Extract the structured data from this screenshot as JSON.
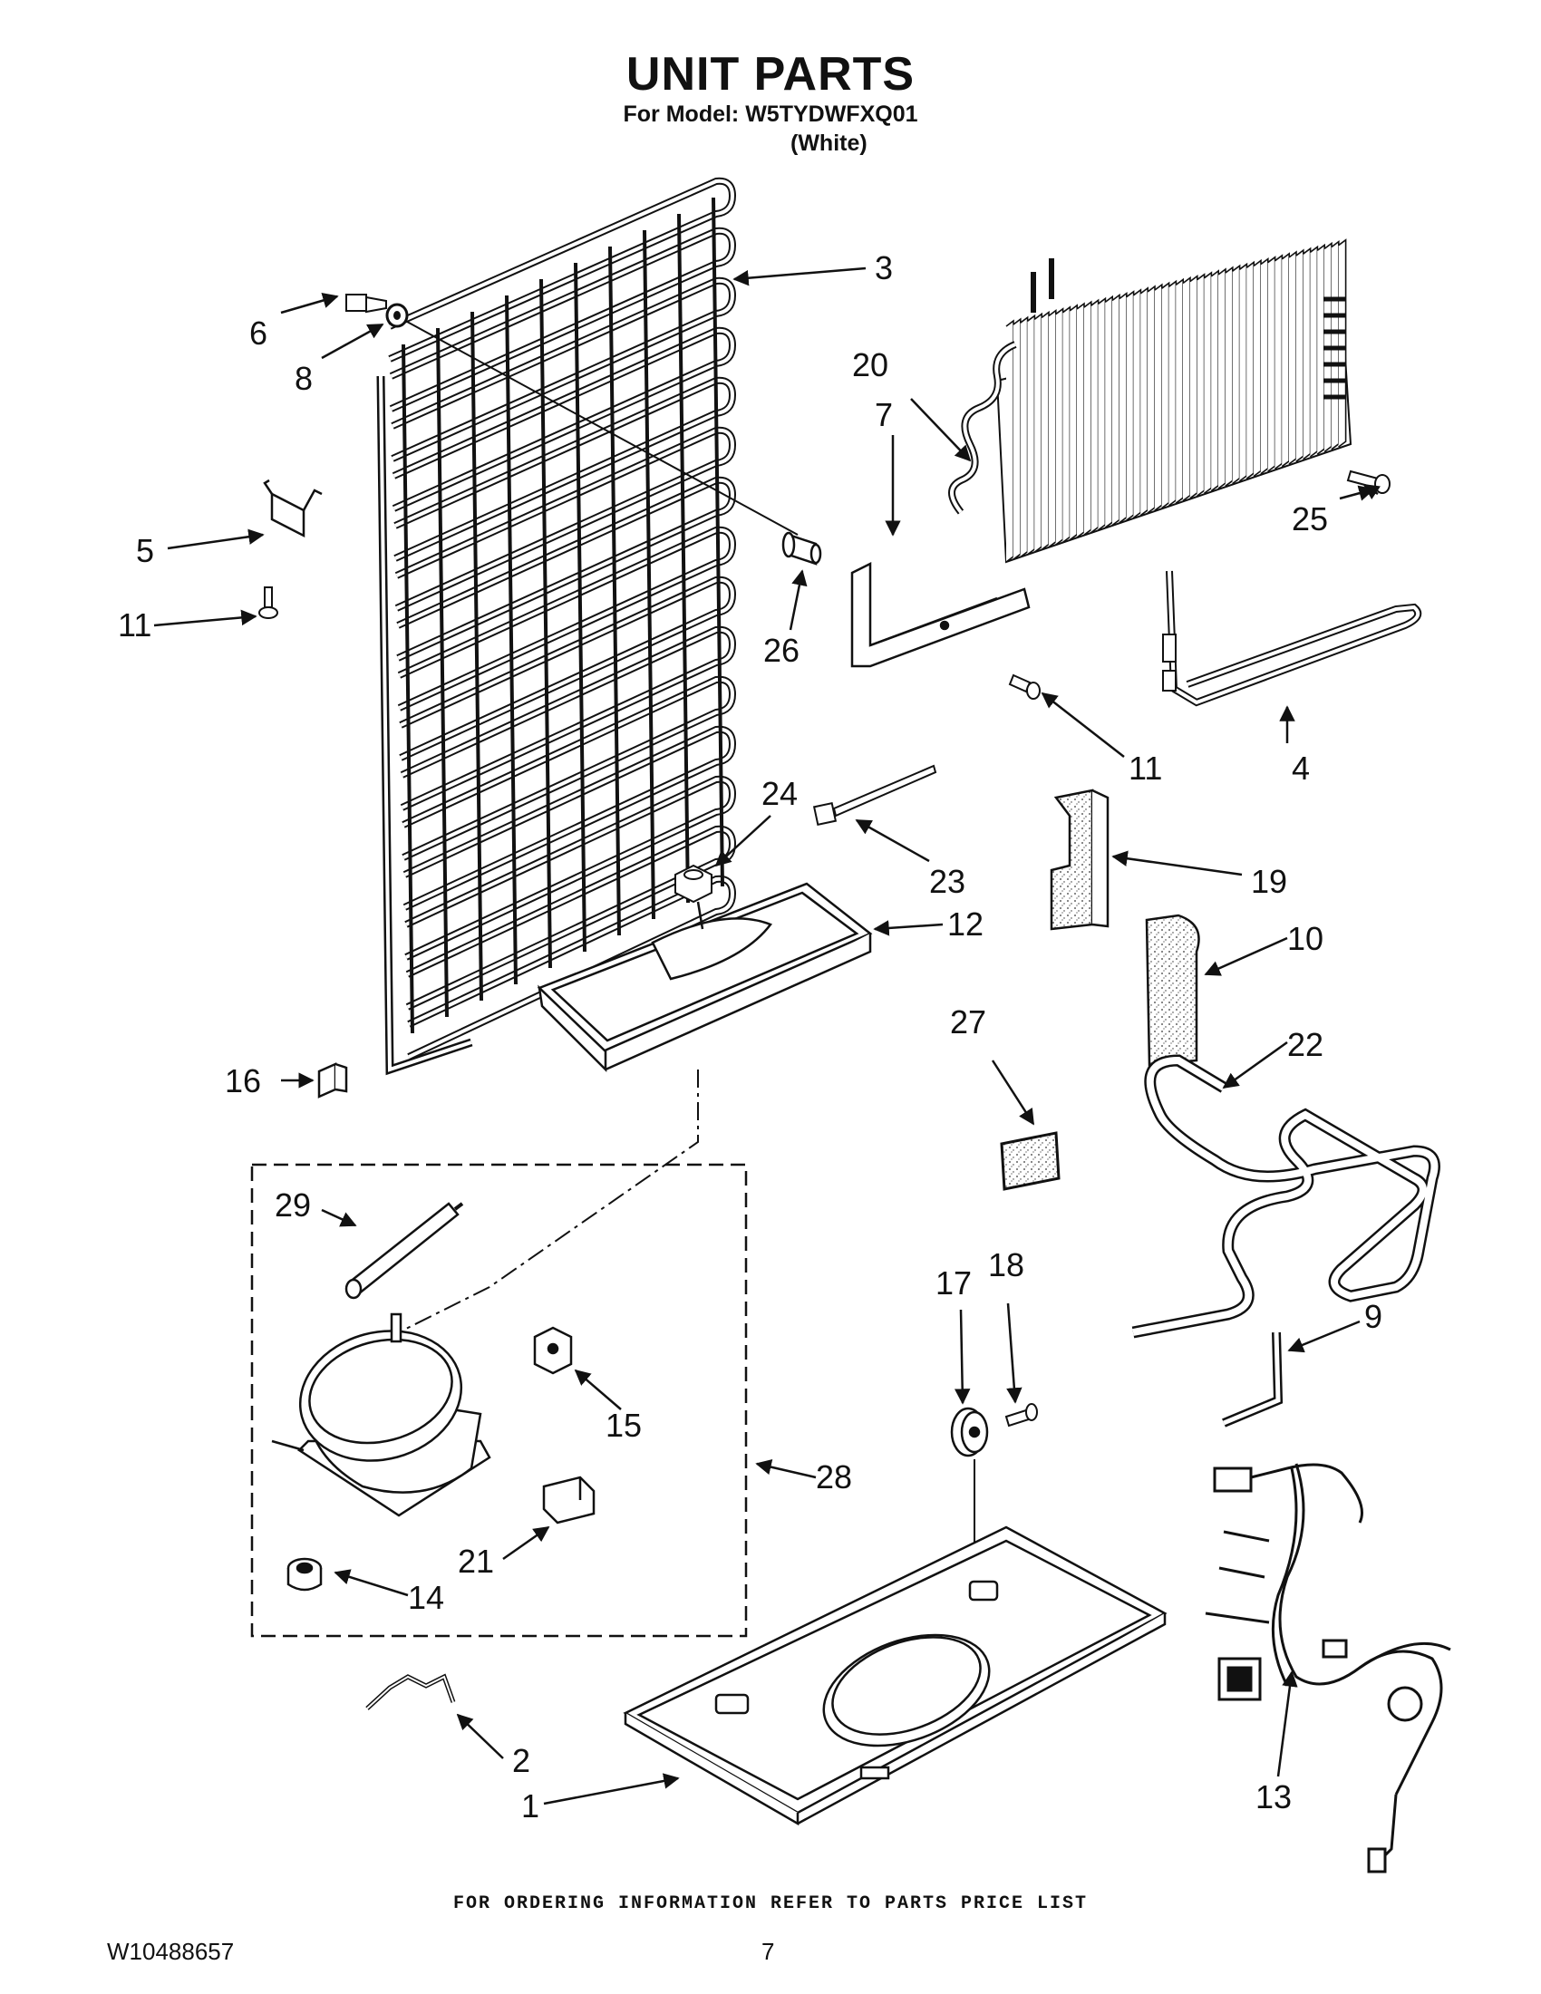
{
  "header": {
    "title": "UNIT PARTS",
    "model_line": "For Model: W5TYDWFXQ01",
    "color_line": "(White)"
  },
  "callouts": {
    "c1": "1",
    "c2": "2",
    "c3": "3",
    "c4": "4",
    "c5": "5",
    "c6": "6",
    "c7": "7",
    "c8": "8",
    "c9": "9",
    "c10": "10",
    "c11a": "11",
    "c11b": "11",
    "c12": "12",
    "c13": "13",
    "c14": "14",
    "c15": "15",
    "c16": "16",
    "c17": "17",
    "c18": "18",
    "c19": "19",
    "c20": "20",
    "c21": "21",
    "c22": "22",
    "c23": "23",
    "c24": "24",
    "c25": "25",
    "c26": "26",
    "c27": "27",
    "c28": "28",
    "c29": "29"
  },
  "footer": {
    "note": "FOR ORDERING INFORMATION REFER TO PARTS PRICE LIST",
    "doc_number": "W10488657",
    "page_number": "7"
  }
}
